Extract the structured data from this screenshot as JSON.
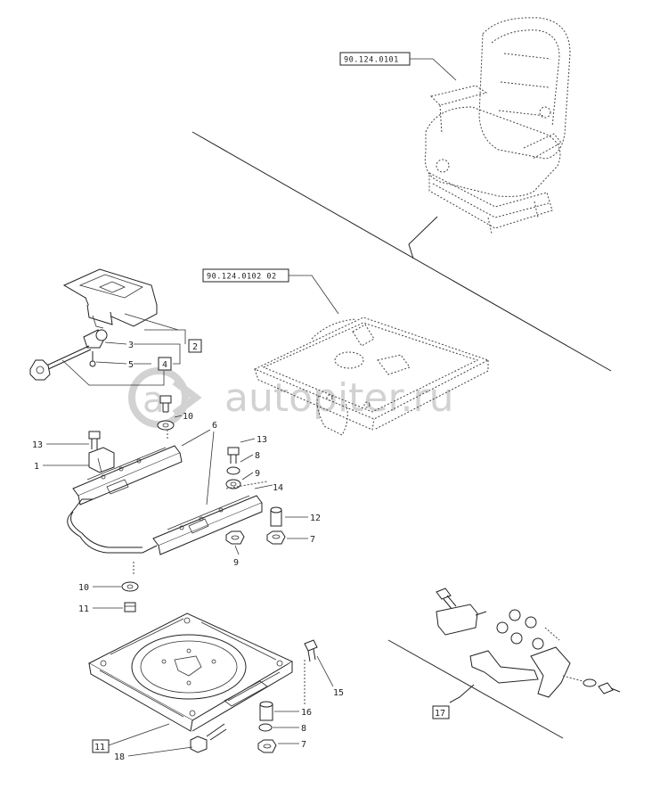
{
  "references": {
    "seat_assembly": "90.124.0101",
    "seat_frame": "90.124.0102 02",
    "box_2": "2",
    "box_4": "4",
    "box_11": "11",
    "box_17": "17"
  },
  "callouts": {
    "c1": "1",
    "c3": "3",
    "c5": "5",
    "c6": "6",
    "c7a": "7",
    "c7b": "7",
    "c8a": "8",
    "c8b": "8",
    "c9a": "9",
    "c9b": "9",
    "c10a": "10",
    "c10b": "10",
    "c11": "11",
    "c12": "12",
    "c13a": "13",
    "c13b": "13",
    "c14": "14",
    "c15": "15",
    "c16": "16",
    "c18": "18"
  },
  "watermark": {
    "text": "autopiter.ru",
    "colors": {
      "logo": "#d2d2d2"
    }
  },
  "colors": {
    "ink": "#222222",
    "background": "#ffffff"
  }
}
